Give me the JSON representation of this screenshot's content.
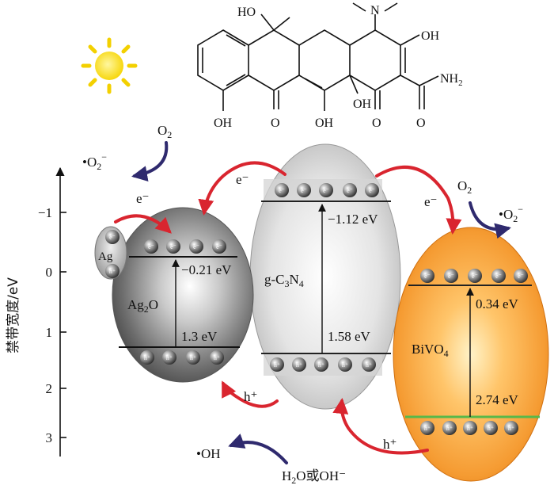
{
  "molecule": {
    "ho_top": "HO",
    "n": "N",
    "oh_right": "OH",
    "nh2": "NH",
    "nh2_sub": "2",
    "oh_b1": "OH",
    "o_b1": "O",
    "oh_b2": "OH",
    "oh_mid": "OH",
    "o_b2": "O",
    "o_b3": "O"
  },
  "axis": {
    "label": "禁带宽度/eV",
    "ticks": [
      "−1",
      "0",
      "1",
      "2",
      "3"
    ]
  },
  "ag": {
    "label": "Ag",
    "e": "e⁻",
    "h": "h⁺"
  },
  "ag2o": {
    "name": "Ag",
    "name_sub": "2",
    "name_tail": "O",
    "cb": "−0.21 eV",
    "gap": "1.3 eV"
  },
  "gcn": {
    "name": "g-C",
    "s1": "3",
    "mid": "N",
    "s2": "4",
    "cb": "−1.12 eV",
    "gap": "1.58 eV"
  },
  "bivo4": {
    "name": "BiVO",
    "name_sub": "4",
    "cb": "0.34 eV",
    "gap": "2.74 eV"
  },
  "particle": {
    "electron": "e⁻",
    "hole": "h⁺"
  },
  "labels": {
    "o2_left": "O",
    "o2_left_sub": "2",
    "o2rad_left": "•O",
    "o2rad_left_sub": "2",
    "o2rad_left_sup": "−",
    "e_left": "e⁻",
    "e_mid": "e⁻",
    "e_right": "e⁻",
    "o2_right": "O",
    "o2_right_sub": "2",
    "o2rad_right": "•O",
    "o2rad_right_sub": "2",
    "o2rad_right_sup": "−",
    "h_left": "h⁺",
    "h_right": "h⁺",
    "oh_radical": "•OH",
    "water": "H",
    "water_sub": "2",
    "water_tail": "O或OH⁻"
  }
}
